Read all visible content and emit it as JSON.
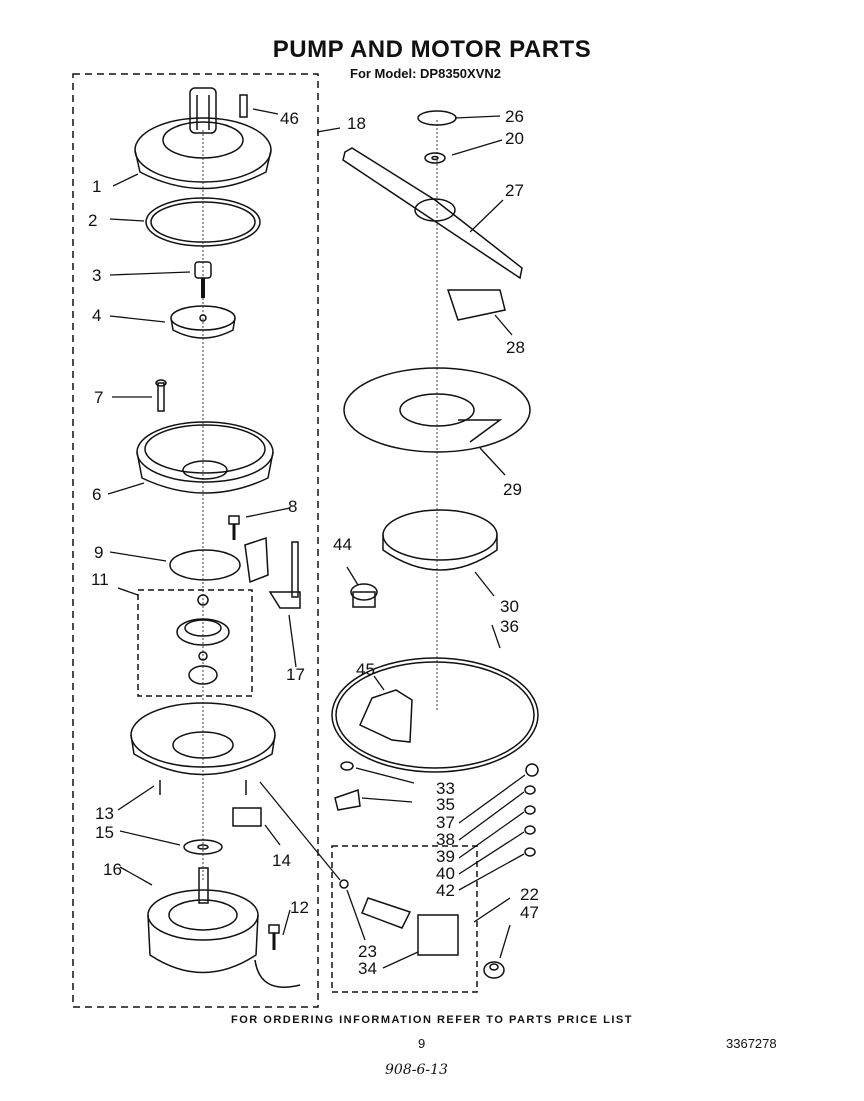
{
  "title": "PUMP AND MOTOR PARTS",
  "subtitle": "For Model: DP8350XVN2",
  "footer": "FOR ORDERING INFORMATION REFER TO PARTS PRICE LIST",
  "page_number": "9",
  "document_number": "3367278",
  "handwritten_note": "908-6-13",
  "callouts": {
    "c1": "1",
    "c2": "2",
    "c3": "3",
    "c4": "4",
    "c6": "6",
    "c7": "7",
    "c8": "8",
    "c9": "9",
    "c11": "11",
    "c12": "12",
    "c13": "13",
    "c14": "14",
    "c15": "15",
    "c16": "16",
    "c17": "17",
    "c18": "18",
    "c20": "20",
    "c22": "22",
    "c23": "23",
    "c26": "26",
    "c27": "27",
    "c28": "28",
    "c29": "29",
    "c30": "30",
    "c33": "33",
    "c34": "34",
    "c35": "35",
    "c36": "36",
    "c37": "37",
    "c38": "38",
    "c39": "39",
    "c40": "40",
    "c42": "42",
    "c44": "44",
    "c45": "45",
    "c46": "46",
    "c47": "47"
  }
}
